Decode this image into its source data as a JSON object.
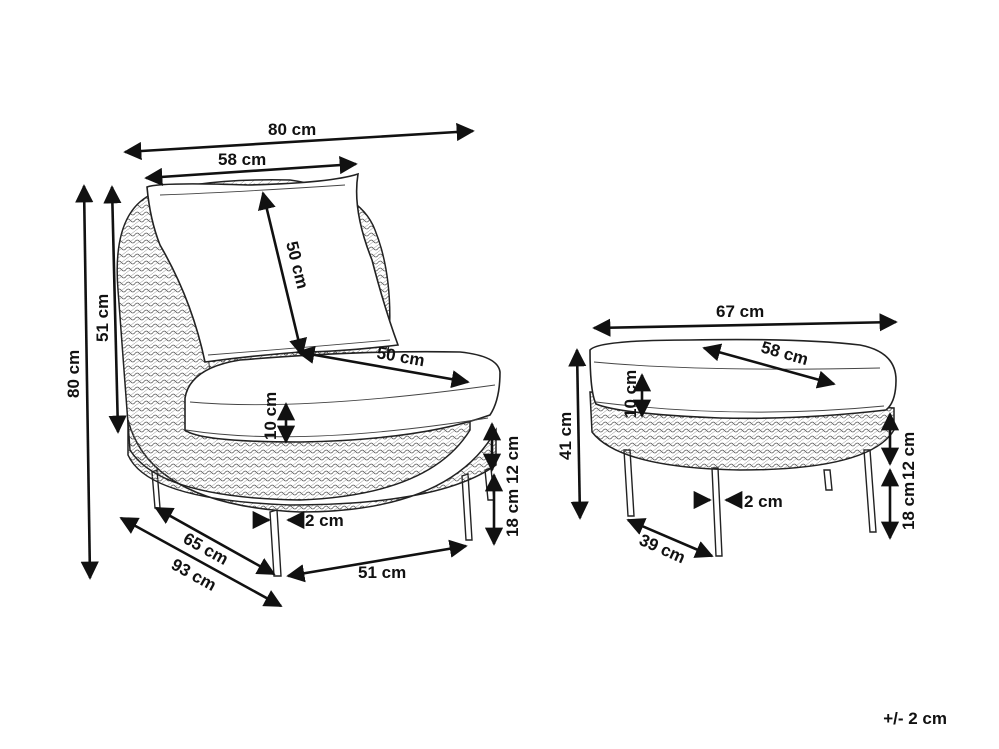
{
  "chair": {
    "total_width": "80 cm",
    "cushion_width": "58 cm",
    "cushion_height": "50 cm",
    "seat_cushion_depth": "50 cm",
    "back_height": "51 cm",
    "total_height": "80 cm",
    "seat_thickness": "10 cm",
    "base_band": "12 cm",
    "leg_height": "18 cm",
    "leg_size": "2 cm",
    "leg_depth": "65 cm",
    "total_depth": "93 cm",
    "leg_spread": "51 cm"
  },
  "ottoman": {
    "total_width": "67 cm",
    "cushion_width": "58 cm",
    "cushion_thickness": "10 cm",
    "total_height": "41 cm",
    "base_band": "12 cm",
    "leg_height": "18 cm",
    "leg_size": "2 cm",
    "depth": "39 cm"
  },
  "tolerance": "+/- 2 cm"
}
